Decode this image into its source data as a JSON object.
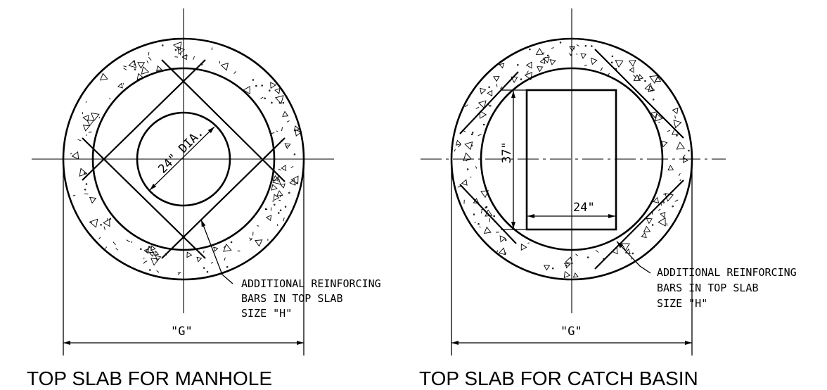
{
  "manhole": {
    "opening_label": "24\" DIA.",
    "note_lines": [
      "ADDITIONAL REINFORCING",
      "BARS IN TOP SLAB",
      "SIZE \"H\""
    ],
    "overall_dim": "\"G\"",
    "title": "TOP SLAB FOR MANHOLE"
  },
  "catch_basin": {
    "height_dim": "37\"",
    "width_dim": "24\"",
    "note_lines": [
      "ADDITIONAL REINFORCING",
      "BARS IN TOP SLAB",
      "SIZE \"H\""
    ],
    "overall_dim": "\"G\"",
    "title": "TOP SLAB FOR CATCH BASIN"
  }
}
